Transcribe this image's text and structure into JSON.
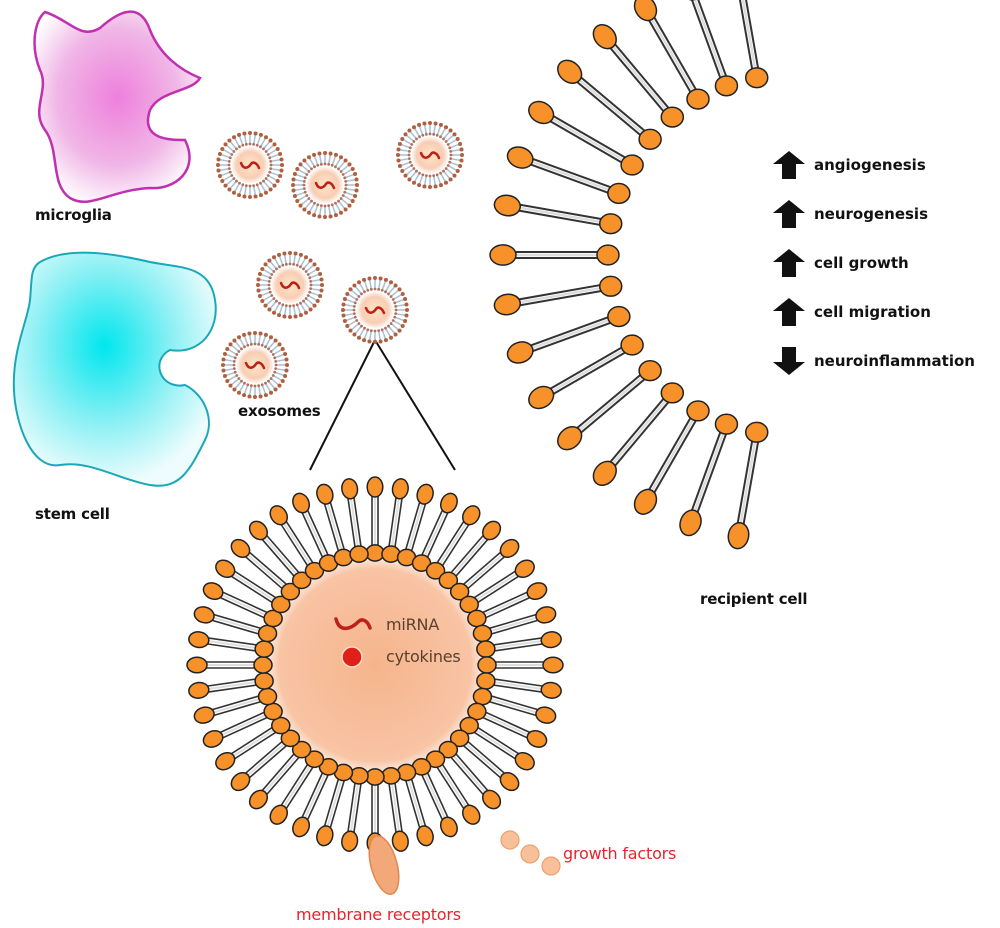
{
  "labels": {
    "microglia": "microglia",
    "stem_cell": "stem cell",
    "exosomes": "exosomes",
    "recipient_cell": "recipient cell",
    "mirna": "miRNA",
    "cytokines": "cytokines",
    "growth_factors": "growth factors",
    "membrane_receptors": "membrane receptors"
  },
  "effects": [
    {
      "label": "angiogenesis",
      "direction": "up"
    },
    {
      "label": "neurogenesis",
      "direction": "up"
    },
    {
      "label": "cell growth",
      "direction": "up"
    },
    {
      "label": "cell migration",
      "direction": "up"
    },
    {
      "label": "neuroinflammation",
      "direction": "down"
    }
  ],
  "colors": {
    "microglia": "#c030b0",
    "stem_cell": "#1aa8b8",
    "lipid_head": "#f7922a",
    "core": "#f6b48c",
    "mirna": "#c0201a",
    "cytokine": "#e0201a",
    "annotation_red": "#e8242a"
  }
}
